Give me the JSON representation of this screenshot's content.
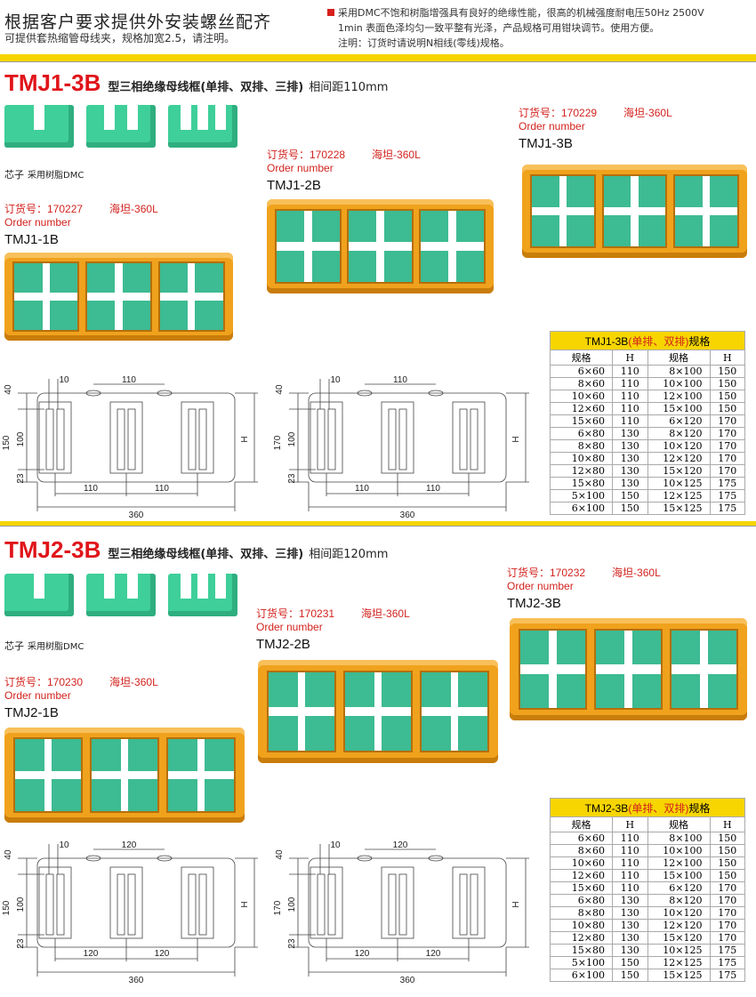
{
  "header": {
    "headline": "根据客户要求提供外安装螺丝配齐",
    "subline": "可提供套热缩管母线夹，规格加宽2.5，请注明。",
    "notes": [
      "采用DMC不饱和树脂增强具有良好的绝缘性能，很高的机械强度耐电压50Hz 2500V",
      "1min 表面色泽均匀一致平整有光泽，产品规格可用钳块调节。使用方便。",
      "注明：订货时请说明N相线(零线)规格。"
    ]
  },
  "colors": {
    "accent_red": "#e0141a",
    "yellow": "#f7d500",
    "orange": "#f0a21d",
    "green": "#3dbb92"
  },
  "sections": [
    {
      "model": "TMJ1-3B",
      "title": "型三相绝缘母线框(单排、双排、三排)",
      "gap": "相间距110mm",
      "core_caption": "芯子",
      "core_material": "采用树脂DMC",
      "products": [
        {
          "order_label": "订货号：170227",
          "brand": "海坦-360L",
          "order_en": "Order number",
          "model": "TMJ1-1B"
        },
        {
          "order_label": "订货号：170228",
          "brand": "海坦-360L",
          "order_en": "Order number",
          "model": "TMJ1-2B"
        },
        {
          "order_label": "订货号：170229",
          "brand": "海坦-360L",
          "order_en": "Order number",
          "model": "TMJ1-3B"
        }
      ],
      "table_model": "TMJ1-3B",
      "table_type": "(单排、双排)",
      "table_suffix": "规格",
      "drawings": [
        {
          "top": "40",
          "slot": "10",
          "pitch_top": "110",
          "height": "150",
          "inner": "100",
          "bottom": "23",
          "H": "H",
          "pitch1": "110",
          "pitch2": "110",
          "length": "360"
        },
        {
          "top": "40",
          "slot": "10",
          "pitch_top": "110",
          "height": "170",
          "inner": "100",
          "bottom": "23",
          "H": "H",
          "pitch1": "110",
          "pitch2": "110",
          "length": "360"
        }
      ]
    },
    {
      "model": "TMJ2-3B",
      "title": "型三相绝缘母线框(单排、双排、三排)",
      "gap": "相间距120mm",
      "core_caption": "芯子",
      "core_material": "采用树脂DMC",
      "products": [
        {
          "order_label": "订货号：170230",
          "brand": "海坦-360L",
          "order_en": "Order number",
          "model": "TMJ2-1B"
        },
        {
          "order_label": "订货号：170231",
          "brand": "海坦-360L",
          "order_en": "Order number",
          "model": "TMJ2-2B"
        },
        {
          "order_label": "订货号：170232",
          "brand": "海坦-360L",
          "order_en": "Order number",
          "model": "TMJ2-3B"
        }
      ],
      "table_model": "TMJ2-3B",
      "table_type": "(单排、双排)",
      "table_suffix": "规格",
      "drawings": [
        {
          "top": "40",
          "slot": "10",
          "pitch_top": "120",
          "height": "150",
          "inner": "100",
          "bottom": "23",
          "H": "H",
          "pitch1": "120",
          "pitch2": "120",
          "length": "360"
        },
        {
          "top": "40",
          "slot": "10",
          "pitch_top": "120",
          "height": "170",
          "inner": "100",
          "bottom": "23",
          "H": "H",
          "pitch1": "120",
          "pitch2": "120",
          "length": "360"
        }
      ]
    }
  ],
  "spec_table": {
    "headers": [
      "规格",
      "H",
      "规格",
      "H"
    ],
    "rows": [
      [
        "6×60",
        "110",
        "8×100",
        "150"
      ],
      [
        "8×60",
        "110",
        "10×100",
        "150"
      ],
      [
        "10×60",
        "110",
        "12×100",
        "150"
      ],
      [
        "12×60",
        "110",
        "15×100",
        "150"
      ],
      [
        "15×60",
        "110",
        "6×120",
        "170"
      ],
      [
        "6×80",
        "130",
        "8×120",
        "170"
      ],
      [
        "8×80",
        "130",
        "10×120",
        "170"
      ],
      [
        "10×80",
        "130",
        "12×120",
        "170"
      ],
      [
        "12×80",
        "130",
        "15×120",
        "170"
      ],
      [
        "15×80",
        "130",
        "10×125",
        "175"
      ],
      [
        "5×100",
        "150",
        "12×125",
        "175"
      ],
      [
        "6×100",
        "150",
        "15×125",
        "175"
      ]
    ]
  }
}
